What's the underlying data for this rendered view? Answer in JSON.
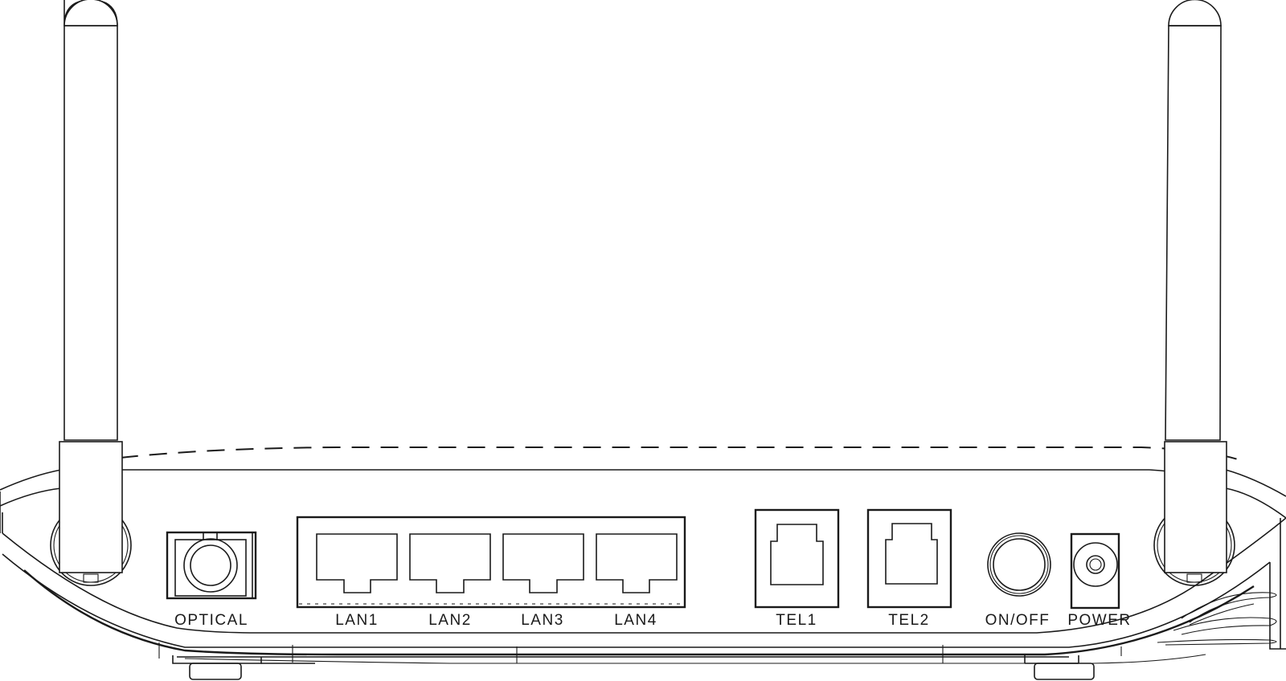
{
  "diagram": {
    "subject": "router rear panel",
    "ports": [
      {
        "id": "optical",
        "label": "OPTICAL",
        "type": "fiber-connector"
      },
      {
        "id": "lan1",
        "label": "LAN1",
        "type": "rj45"
      },
      {
        "id": "lan2",
        "label": "LAN2",
        "type": "rj45"
      },
      {
        "id": "lan3",
        "label": "LAN3",
        "type": "rj45"
      },
      {
        "id": "lan4",
        "label": "LAN4",
        "type": "rj45"
      },
      {
        "id": "tel1",
        "label": "TEL1",
        "type": "rj11"
      },
      {
        "id": "tel2",
        "label": "TEL2",
        "type": "rj11"
      },
      {
        "id": "onoff",
        "label": "ON/OFF",
        "type": "push-button"
      },
      {
        "id": "power",
        "label": "POWER",
        "type": "dc-jack"
      }
    ],
    "antennas": [
      {
        "id": "antenna-left",
        "position": "left"
      },
      {
        "id": "antenna-right",
        "position": "right"
      }
    ],
    "colors": {
      "line": "#1a1a1a",
      "background": "#ffffff"
    }
  }
}
